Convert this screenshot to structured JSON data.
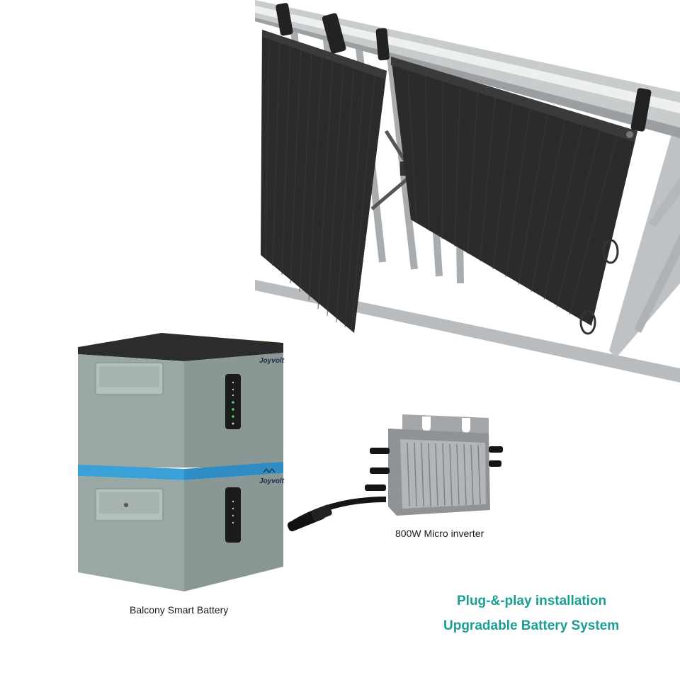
{
  "products": {
    "battery": {
      "caption": "Balcony Smart Battery",
      "brand_top": "Joyvolt",
      "brand_bottom": "Joyvolt",
      "body_color": "#8e9d9a",
      "accent_color": "#3aa0d8"
    },
    "inverter": {
      "caption": "800W Micro inverter"
    },
    "solar_panels": {
      "count": 2,
      "panel_color": "#2b2b2b"
    }
  },
  "taglines": {
    "line1": "Plug-&-play installation",
    "line2": "Upgradable Battery System",
    "color": "#1a9e94"
  }
}
